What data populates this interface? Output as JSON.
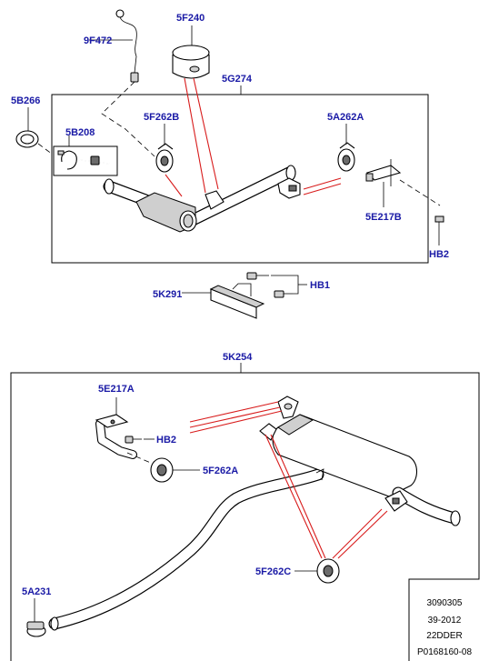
{
  "callouts": {
    "c9F472": "9F472",
    "c5F240": "5F240",
    "c5G274": "5G274",
    "c5B266": "5B266",
    "c5F262B": "5F262B",
    "c5A262A": "5A262A",
    "c5B208": "5B208",
    "c5E217B": "5E217B",
    "cHB2_top": "HB2",
    "cHB1": "HB1",
    "c5K291": "5K291",
    "c5K254": "5K254",
    "c5E217A": "5E217A",
    "cHB2_mid": "HB2",
    "c5F262A": "5F262A",
    "c5F262C": "5F262C",
    "c5A231": "5A231"
  },
  "reference_box": {
    "line1": "3090305",
    "line2": "39-2012",
    "line3": "22DDER",
    "line4": "P0168160-08"
  },
  "colors": {
    "callout_text": "#1a1aa6",
    "guide_line": "#d81c1c",
    "outline": "#000000"
  }
}
